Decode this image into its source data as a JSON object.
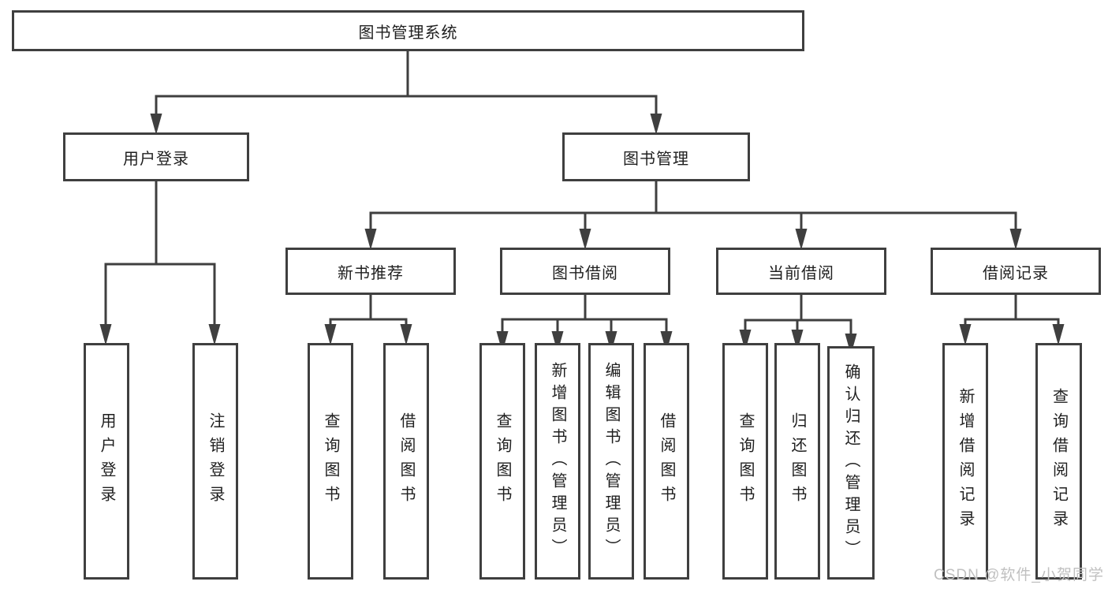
{
  "diagram": {
    "title": "图书管理系统",
    "tree": {
      "root": "图书管理系统",
      "branches": [
        {
          "label": "用户登录",
          "children": [
            "用户登录",
            "注销登录"
          ]
        },
        {
          "label": "图书管理",
          "sections": [
            {
              "label": "新书推荐",
              "children": [
                "查询图书",
                "借阅图书"
              ]
            },
            {
              "label": "图书借阅",
              "children": [
                "查询图书",
                "新增图书（管理员）",
                "编辑图书（管理员）",
                "借阅图书"
              ]
            },
            {
              "label": "当前借阅",
              "children": [
                "查询图书",
                "归还图书",
                "确认归还（管理员）"
              ]
            },
            {
              "label": "借阅记录",
              "children": [
                "新增借阅记录",
                "查询借阅记录"
              ]
            }
          ]
        }
      ]
    },
    "colors": {
      "line": "#3f3f3f",
      "text": "#1f1f1f",
      "background": "#ffffff",
      "watermark": "#c0c0c0"
    }
  },
  "watermark": "CSDN @软件_小贺同学"
}
